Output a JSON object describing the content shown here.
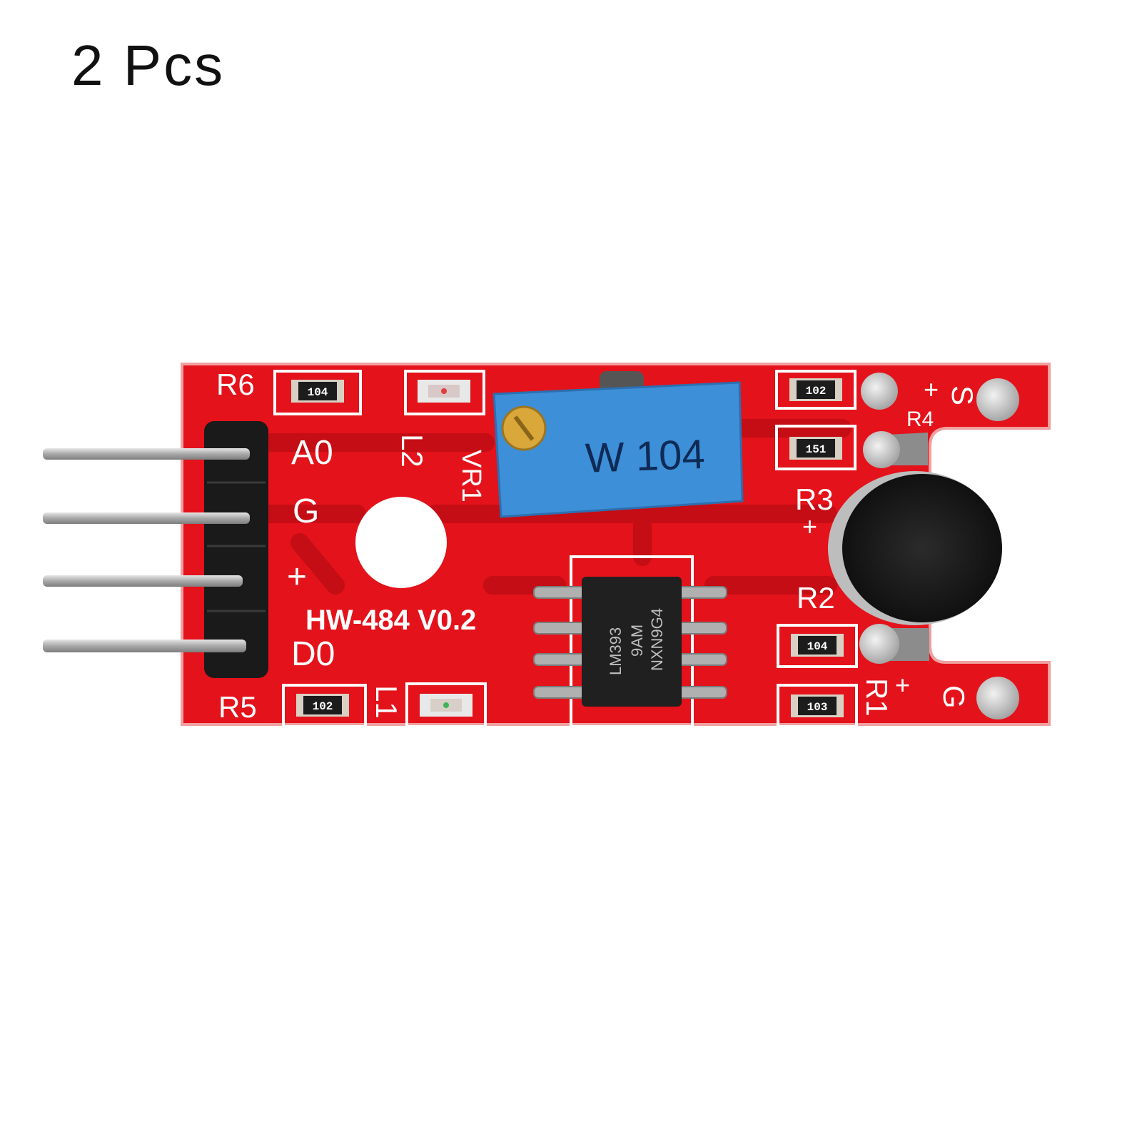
{
  "listing": {
    "quantity_label": "2 Pcs"
  },
  "board": {
    "model_label": "HW-484 V0.2",
    "pin_labels": [
      "A0",
      "G",
      "+",
      "D0"
    ],
    "silkscreen": {
      "r6": "R6",
      "r5": "R5",
      "r4": "R4",
      "r3": "R3",
      "r2": "R2",
      "r1": "R1",
      "l2": "L2",
      "l1": "L1",
      "vr1": "VR1",
      "s": "S",
      "g": "G",
      "plus": "+"
    },
    "resistor_codes": {
      "r6": "104",
      "r5": "102",
      "r4": "102",
      "r3": "151",
      "r2": "104",
      "r1": "103"
    },
    "potentiometer_label": "W 104",
    "chip_lines": [
      "LM393",
      "9AM",
      "NXN9G4"
    ],
    "colors": {
      "pcb": "#e4121a",
      "pcb_dark": "#c40d14",
      "silk": "#ffffff",
      "pot": "#3d8fd8",
      "header": "#1a1a1a",
      "pin": "#b9b9b9",
      "mic": "#141414"
    }
  }
}
